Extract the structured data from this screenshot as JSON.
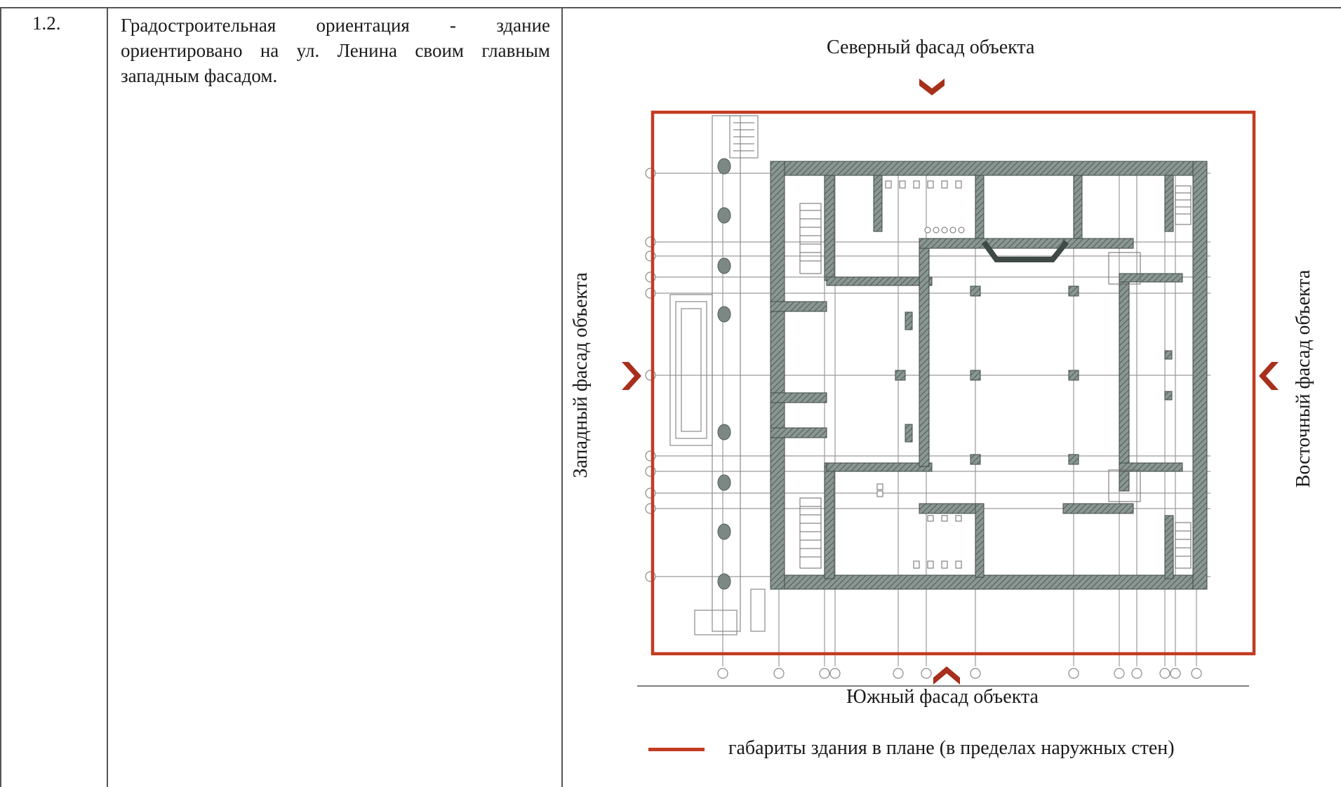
{
  "row": {
    "number": "1.2.",
    "description": "Градостроительная ориентация - здание ориентировано на ул. Ленина своим главным западным фасадом."
  },
  "facades": {
    "north": "Северный фасад объекта",
    "south": "Южный фасад объекта",
    "west": "Западный фасад объекта",
    "east": "Восточный фасад объекта"
  },
  "legend": {
    "text": "габариты здания в плане (в пределах наружных стен)"
  },
  "colors": {
    "boundary": "#c23b22",
    "arrow": "#a7301c",
    "wall": "#6f7d78",
    "grid": "#8f8f8f"
  },
  "icons": {
    "north": "chevron-down-icon",
    "south": "chevron-up-icon",
    "west": "chevron-right-icon",
    "east": "chevron-left-icon"
  }
}
